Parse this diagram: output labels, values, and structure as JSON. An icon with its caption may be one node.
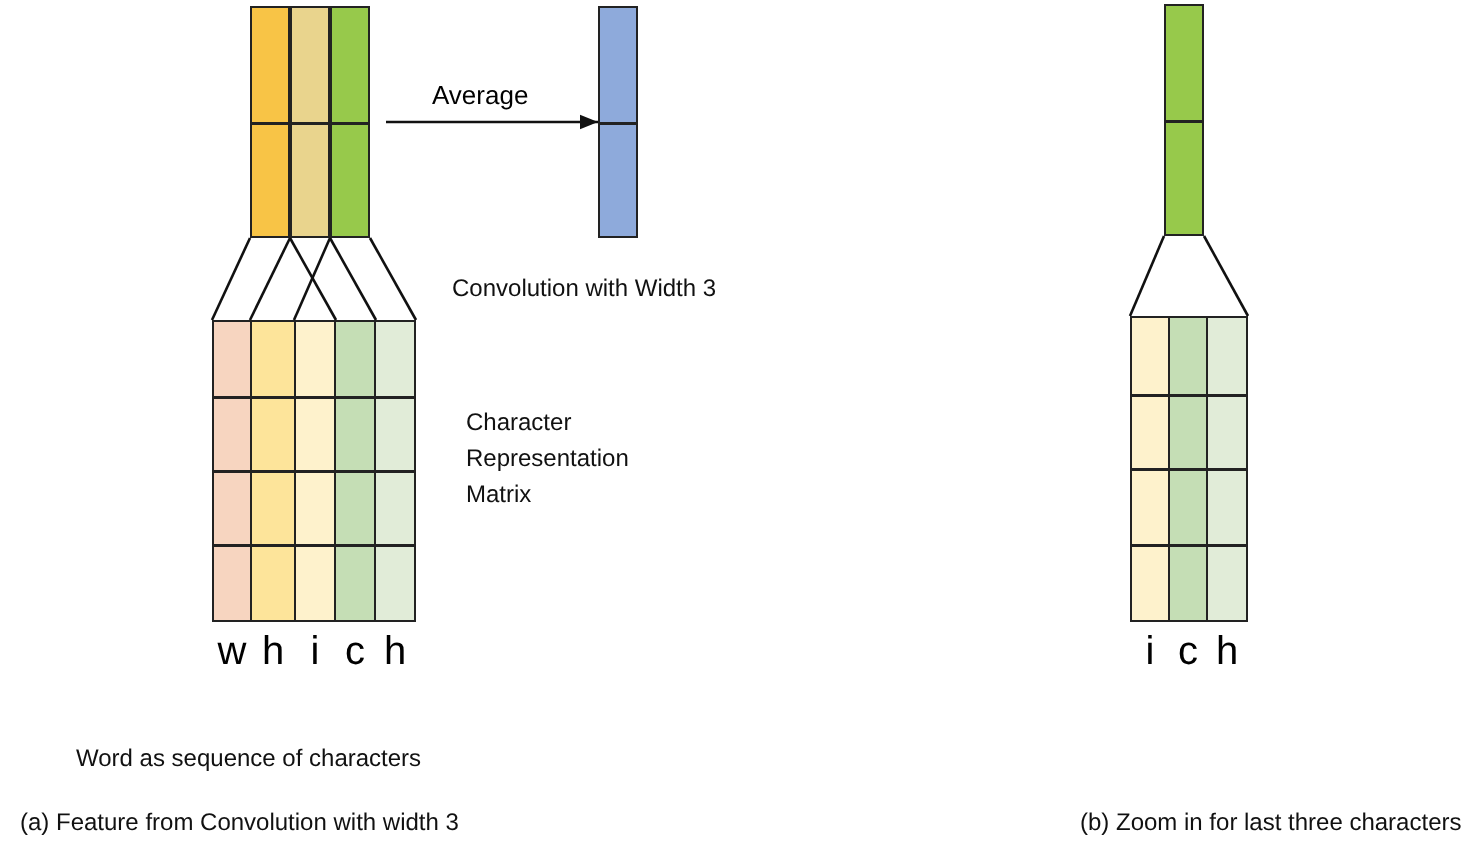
{
  "diagram": {
    "nodes": [
      {
        "text": [],
        "shape": "bar"
      },
      {
        "text": [],
        "shape": "bar"
      },
      {
        "text": [],
        "shape": "bar"
      },
      {
        "text": [],
        "shape": "bar"
      },
      {
        "text": [],
        "shape": "bar",
        "beside": [
          "w"
        ]
      },
      {
        "text": [],
        "shape": "bar",
        "beside": [
          "h"
        ]
      },
      {
        "text": [],
        "shape": "bar",
        "beside": [
          "i"
        ]
      },
      {
        "text": [],
        "shape": "bar",
        "beside": [
          "c"
        ]
      },
      {
        "text": [],
        "shape": "bar",
        "beside": [
          "h"
        ]
      },
      {
        "text": [],
        "shape": "bar"
      },
      {
        "text": [],
        "shape": "bar",
        "beside": [
          "i"
        ]
      },
      {
        "text": [],
        "shape": "bar",
        "beside": [
          "c"
        ]
      },
      {
        "text": [],
        "shape": "bar",
        "beside": [
          "h"
        ]
      }
    ],
    "edges": [
      {
        "from": 2,
        "to": 3,
        "arrow": "to",
        "label": "Average"
      },
      {
        "from": 0,
        "to": 4,
        "arrow": "none"
      },
      {
        "from": 0,
        "to": 6,
        "arrow": "none"
      },
      {
        "from": 1,
        "to": 5,
        "arrow": "none"
      },
      {
        "from": 1,
        "to": 7,
        "arrow": "none"
      },
      {
        "from": 2,
        "to": 6,
        "arrow": "none"
      },
      {
        "from": 2,
        "to": 8,
        "arrow": "none"
      },
      {
        "from": 9,
        "to": 10,
        "arrow": "none"
      },
      {
        "from": 9,
        "to": 12,
        "arrow": "none"
      }
    ],
    "labels": [
      "Convolution with Width 3",
      "Character Representation Matrix",
      "Word as sequence of characters",
      "(a) Feature from Convolution with width 3",
      "(b) Zoom in for last three characters"
    ]
  }
}
